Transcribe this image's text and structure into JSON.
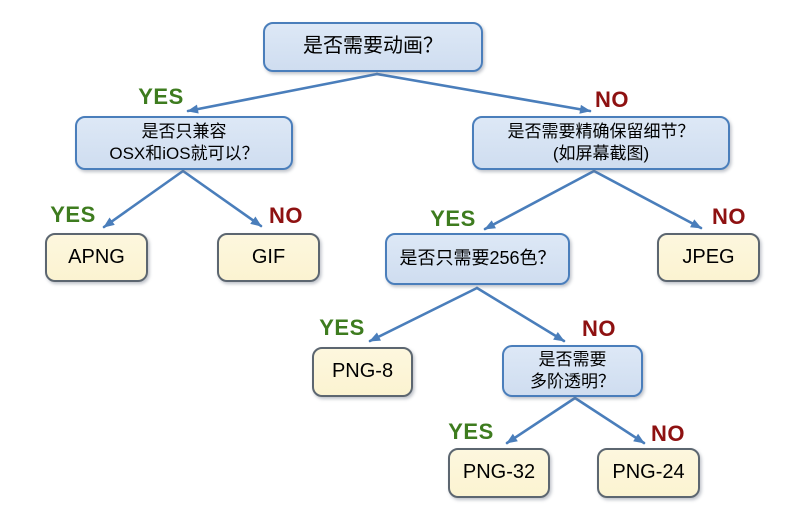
{
  "labels": {
    "yes": "YES",
    "no": "NO"
  },
  "nodes": {
    "q_animation": {
      "label": "是否需要动画？"
    },
    "q_osx_ios": {
      "line1": "是否只兼容",
      "line2": "OSX和iOS就可以？"
    },
    "q_detail": {
      "line1": "是否需要精确保留细节？",
      "line2": "(如屏幕截图)"
    },
    "q_256_colors": {
      "label": "是否只需要256色？"
    },
    "q_multi_alpha": {
      "line1": "是否需要",
      "line2": "多阶透明？"
    },
    "result_apng": {
      "label": "APNG"
    },
    "result_gif": {
      "label": "GIF"
    },
    "result_jpeg": {
      "label": "JPEG"
    },
    "result_png8": {
      "label": "PNG-8"
    },
    "result_png32": {
      "label": "PNG-32"
    },
    "result_png24": {
      "label": "PNG-24"
    }
  },
  "colors": {
    "question_fill": "#cfddf0",
    "question_border": "#4a7ebb",
    "result_fill": "#fbf3d1",
    "result_border": "#5c6670",
    "edge": "#4a7ebb",
    "yes_label": "#3e7c1f",
    "no_label": "#8e1111",
    "background": "#ffffff",
    "text": "#000000"
  }
}
